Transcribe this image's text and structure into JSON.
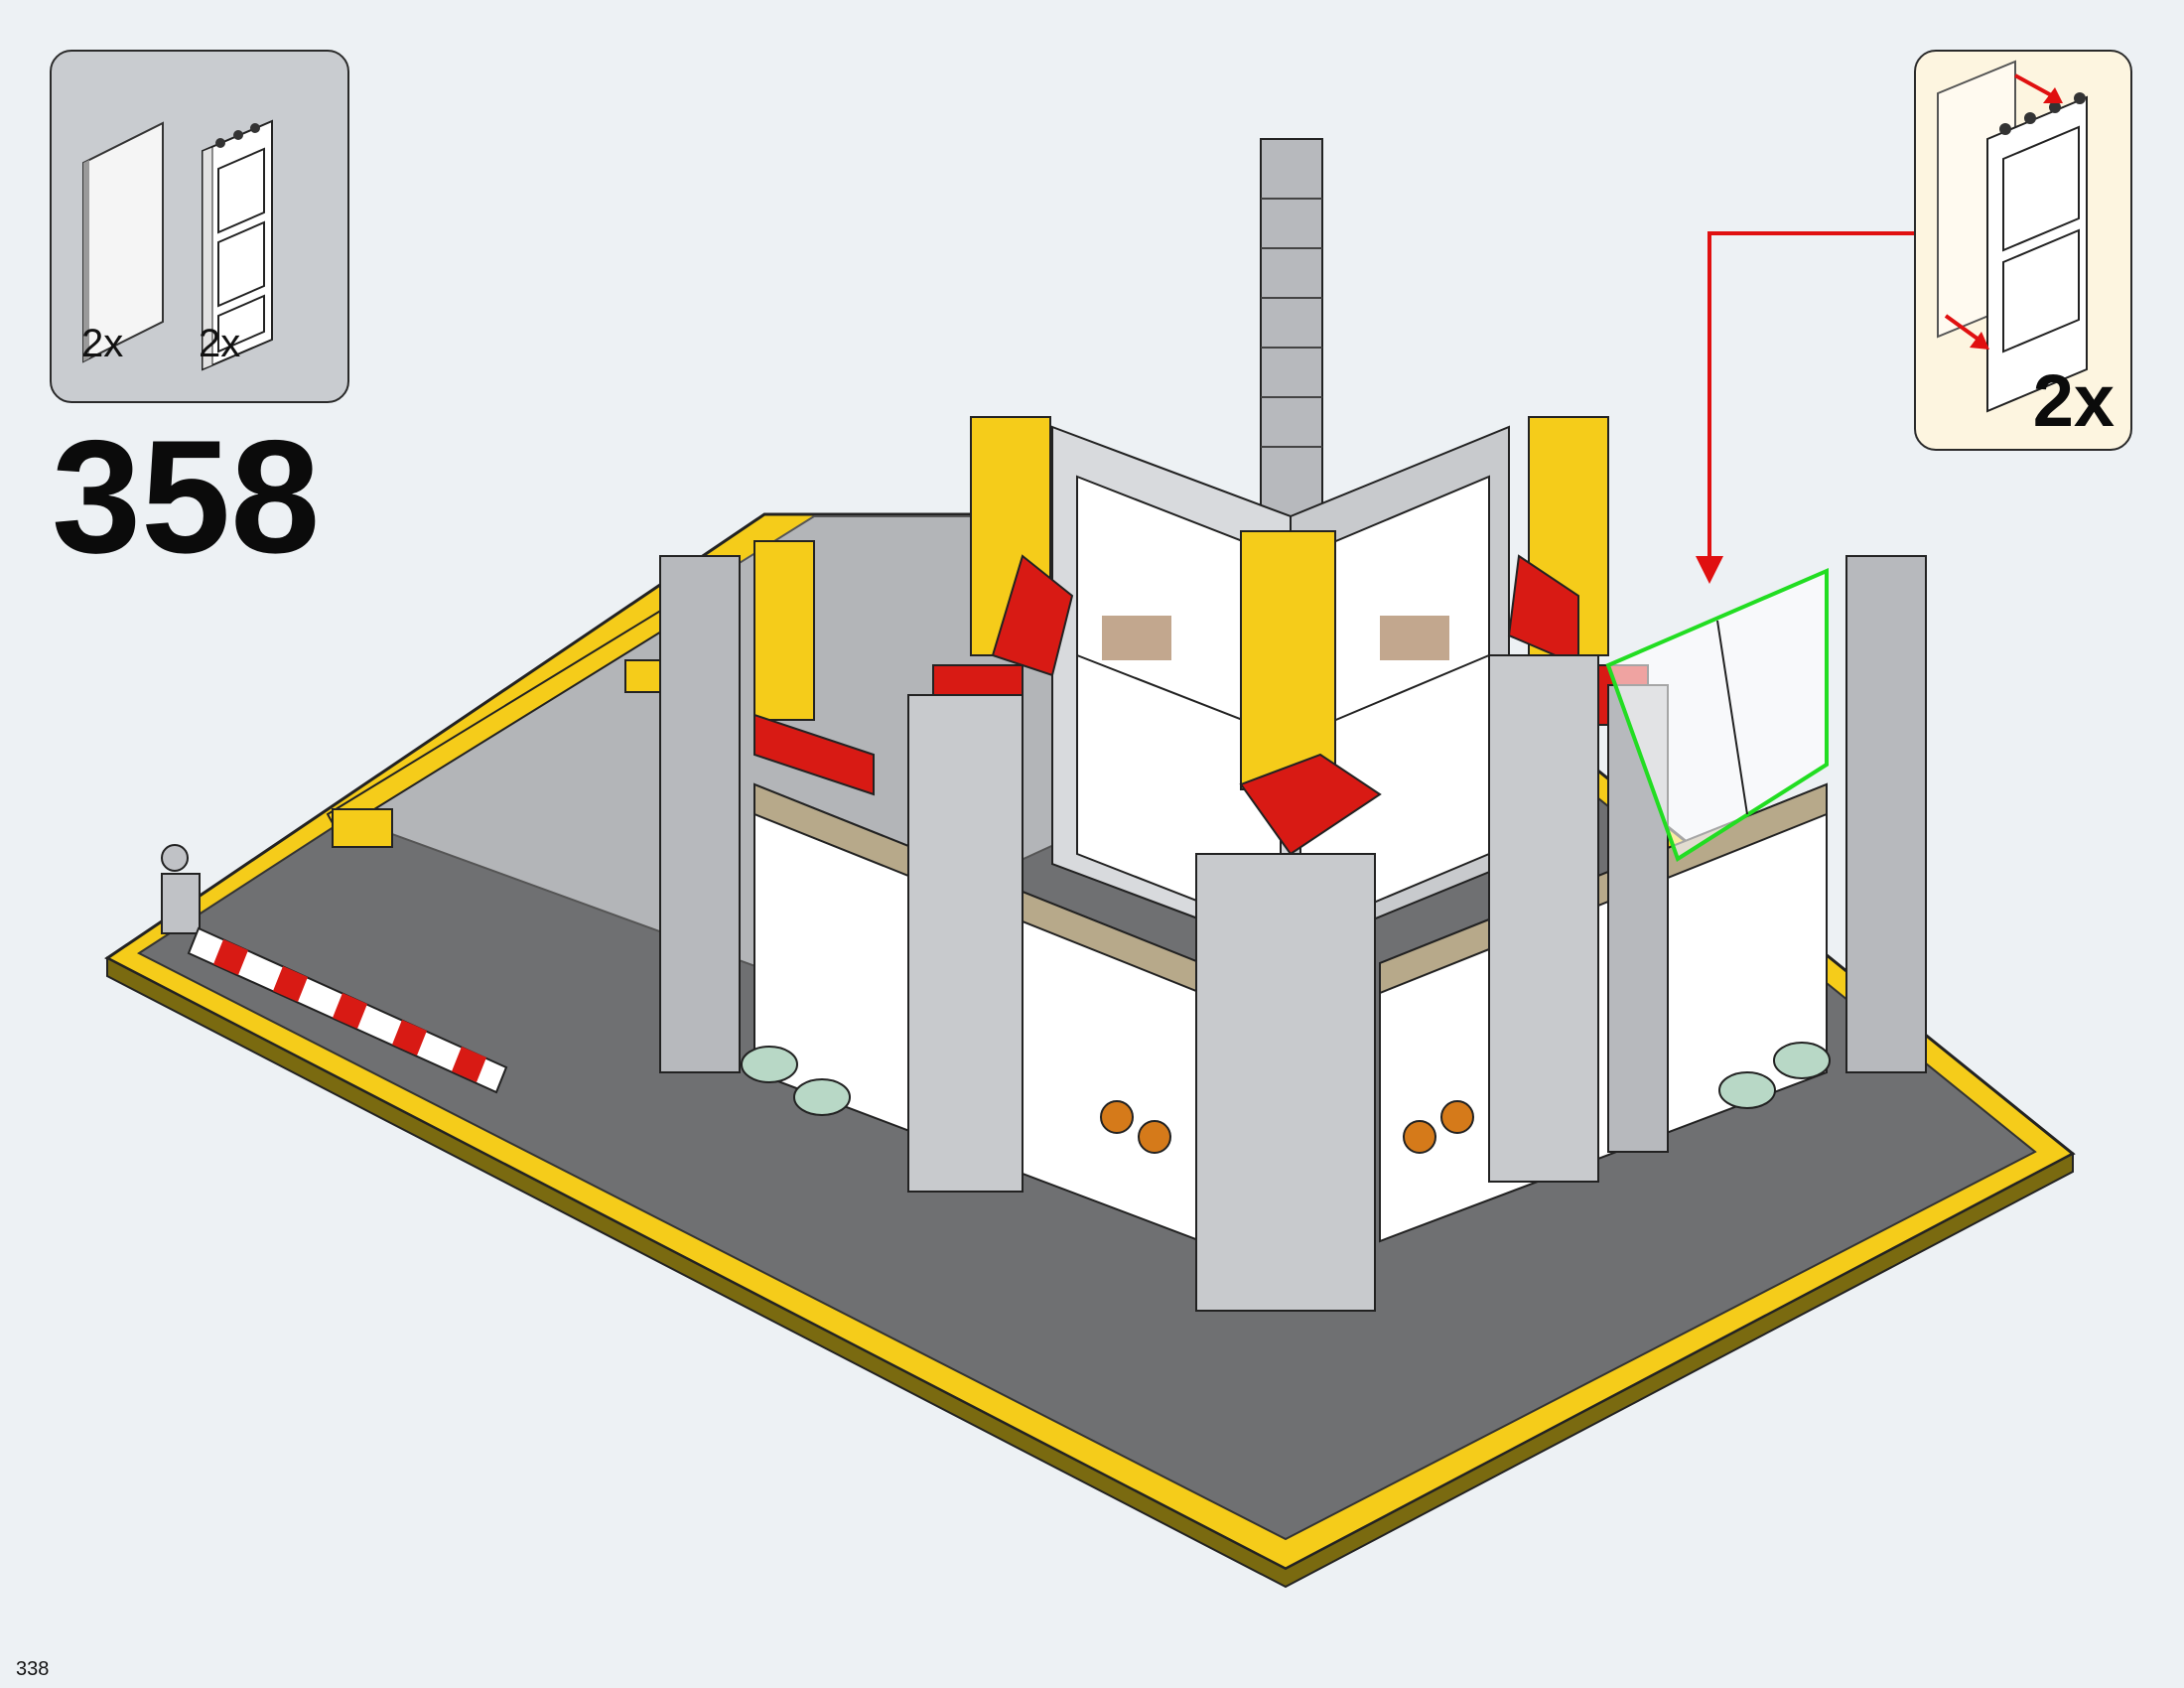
{
  "step": {
    "number": "358"
  },
  "parts_list": {
    "items": [
      {
        "icon": "glass-pane-icon",
        "quantity": "2x"
      },
      {
        "icon": "white-window-frame-icon",
        "quantity": "2x"
      }
    ]
  },
  "callout": {
    "quantity": "2x",
    "icon": "window-assembly-icon"
  },
  "page": {
    "number": "338"
  },
  "colors": {
    "background": "#edf1f4",
    "parts_box": "#c9ccd0",
    "callout_box": "#fdf5e0",
    "arrow": "#e01010",
    "highlight": "#22dd22",
    "brick_gray": "#b7b9bd",
    "brick_yellow": "#f5cc1a",
    "brick_red": "#d81a14"
  }
}
